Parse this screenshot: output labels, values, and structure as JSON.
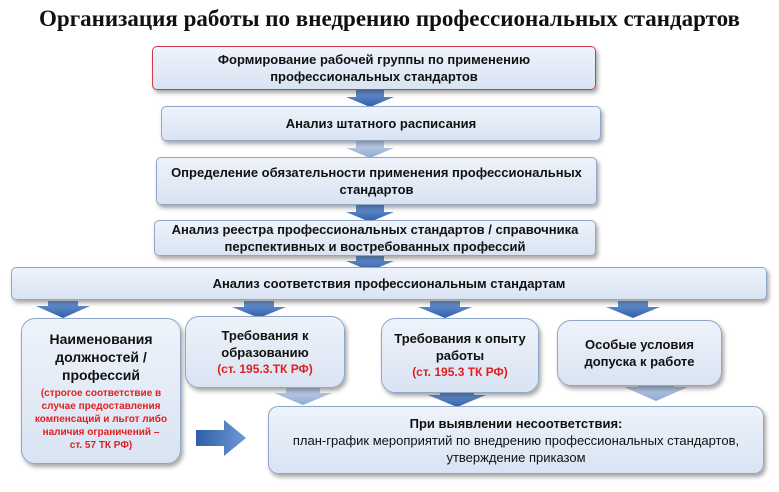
{
  "title": "Организация работы по внедрению профессиональных стандартов",
  "steps": [
    {
      "line1": "Формирование рабочей группы по применению",
      "line2": "профессиональных стандартов"
    },
    {
      "line1": "Анализ штатного расписания"
    },
    {
      "line1": "Определение обязательности применения профессиональных",
      "line2": "стандартов"
    },
    {
      "line1": "Анализ реестра профессиональных стандартов / справочника",
      "line2": "перспективных и востребованных профессий"
    },
    {
      "line1": "Анализ соответствия профессиональным стандартам"
    }
  ],
  "branches": [
    {
      "title1": "Наименования",
      "title2": "должностей /",
      "title3": "профессий",
      "note1": "(строгое соответствие  в",
      "note2": "случае предоставления",
      "note3": "компенсаций и льгот либо",
      "note4": "наличия ограничений –",
      "note5": "ст. 57 ТК РФ)"
    },
    {
      "title1": "Требования к",
      "title2": "образованию",
      "ref": "(ст. 195.3.ТК РФ)"
    },
    {
      "title1": "Требования к опыту",
      "title2": "работы",
      "ref": "(ст. 195.3 ТК РФ)"
    },
    {
      "title1": "Особые условия",
      "title2": "допуска к работе"
    }
  ],
  "result": {
    "title": "При выявлении несоответствия:",
    "line1": "план-график мероприятий по внедрению профессиональных стандартов,",
    "line2": "утверждение  приказом"
  },
  "colors": {
    "arrow": "#3d6fb5",
    "border": "#8ea6c8",
    "accent_red": "#e02020"
  }
}
